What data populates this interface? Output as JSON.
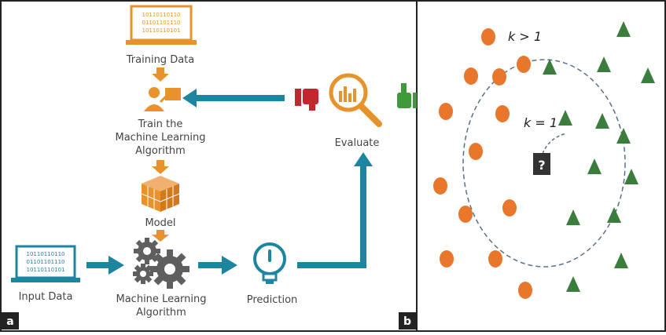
{
  "panel_a": {
    "letter": "a",
    "training_data_label": "Training Data",
    "train_label_lines": [
      "Train the",
      "Machine Learning",
      "Algorithm"
    ],
    "evaluate_label": "Evaluate",
    "model_label": "Model",
    "input_data_label": "Input Data",
    "ml_algorithm_lines": [
      "Machine Learning",
      "Algorithm"
    ],
    "prediction_label": "Prediction",
    "binary_rows": [
      "10110110110",
      "01101101110",
      "10110110101"
    ],
    "colors": {
      "orange": "#e8922b",
      "teal": "#1c86a1",
      "gray": "#5f5f5f",
      "red": "#c0282d",
      "green": "#3f9a3c",
      "text": "#444444"
    }
  },
  "panel_b": {
    "letter": "b",
    "k_gt_1_label": "k > 1",
    "k_eq_1_label": "k = 1",
    "query_label": "?",
    "colors": {
      "circle_fill": "#e8762b",
      "triangle_fill": "#3a7d3c",
      "dashed_line": "#5a6f8a",
      "query_fill": "#333333"
    }
  }
}
